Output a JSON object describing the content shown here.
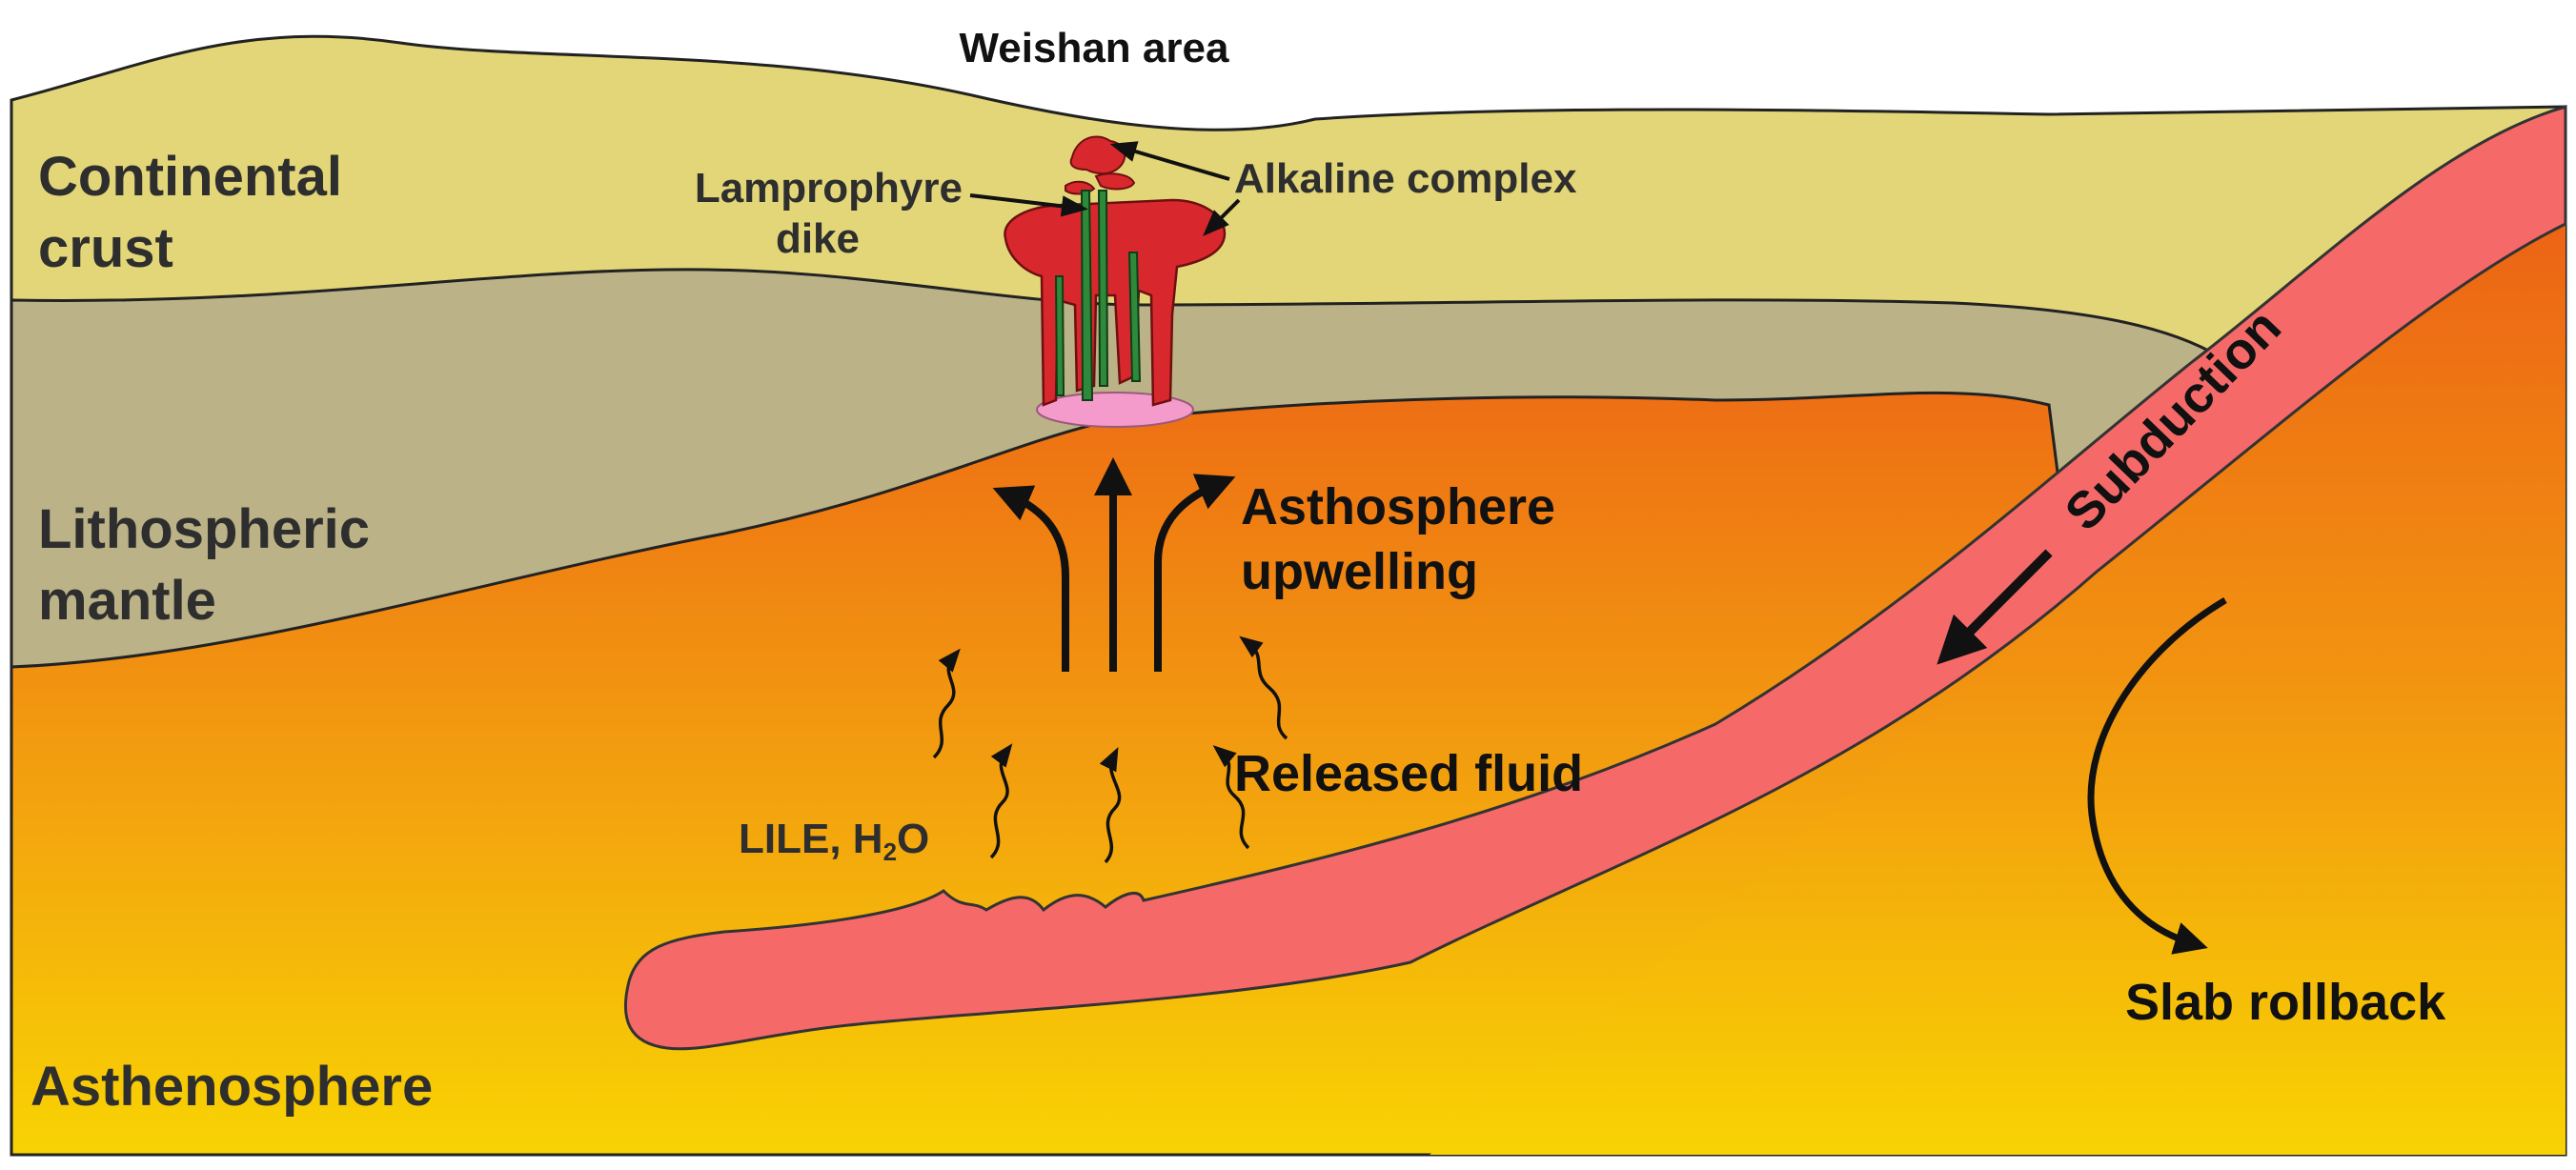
{
  "title": "Weishan area",
  "layers": {
    "continental_crust": {
      "line1": "Continental",
      "line2": "crust",
      "color": "#E2D678"
    },
    "lithospheric_mantle": {
      "line1": "Lithospheric",
      "line2": "mantle",
      "color": "#BBB287"
    },
    "asthenosphere": {
      "label": "Asthenosphere",
      "color_top": "#EE6E14",
      "color_bottom": "#F8D303"
    }
  },
  "intrusions": {
    "lamprophyre_dike": {
      "line1": "Lamprophyre",
      "line2": "dike",
      "color": "#2E8A3A"
    },
    "alkaline_complex": {
      "label": "Alkaline complex",
      "color": "#D8282E"
    },
    "magma_source_color": "#F59BCB"
  },
  "slab": {
    "color": "#F56A68"
  },
  "processes": {
    "upwelling": {
      "line1": "Asthosphere",
      "line2": "upwelling"
    },
    "released_fluid": "Released fluid",
    "fluid_species": {
      "main": "LILE, H",
      "subscript": "2",
      "tail": "O"
    },
    "subduction": "Subduction",
    "slab_rollback": "Slab rollback"
  }
}
